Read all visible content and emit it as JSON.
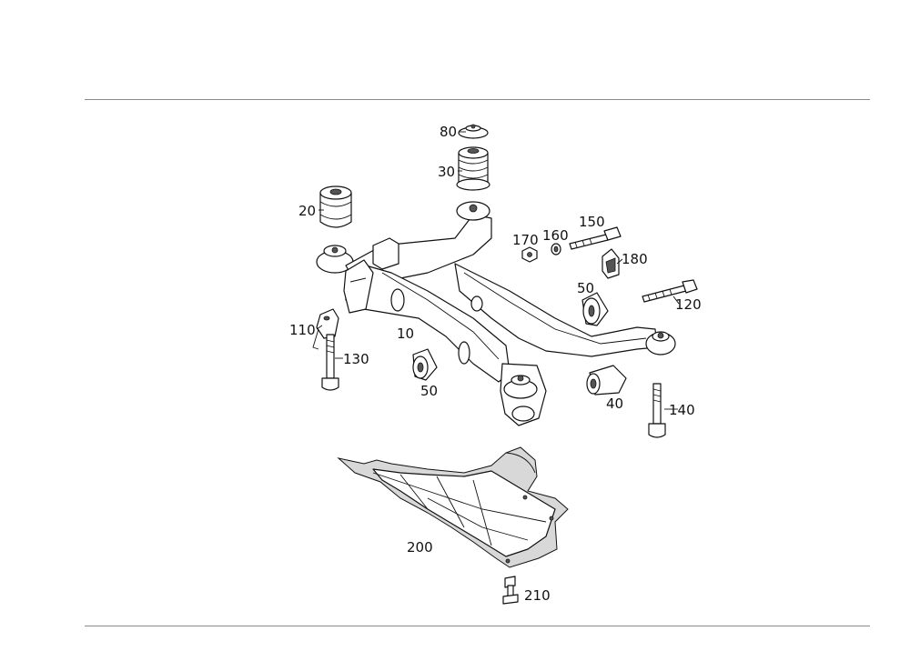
{
  "part_labels": {
    "p10": "10",
    "p20": "20",
    "p30": "30",
    "p40": "40",
    "p50a": "50",
    "p50b": "50",
    "p80": "80",
    "p110": "110",
    "p120": "120",
    "p130": "130",
    "p140": "140",
    "p150": "150",
    "p160": "160",
    "p170": "170",
    "p180": "180",
    "p200": "200",
    "p210": "210"
  }
}
